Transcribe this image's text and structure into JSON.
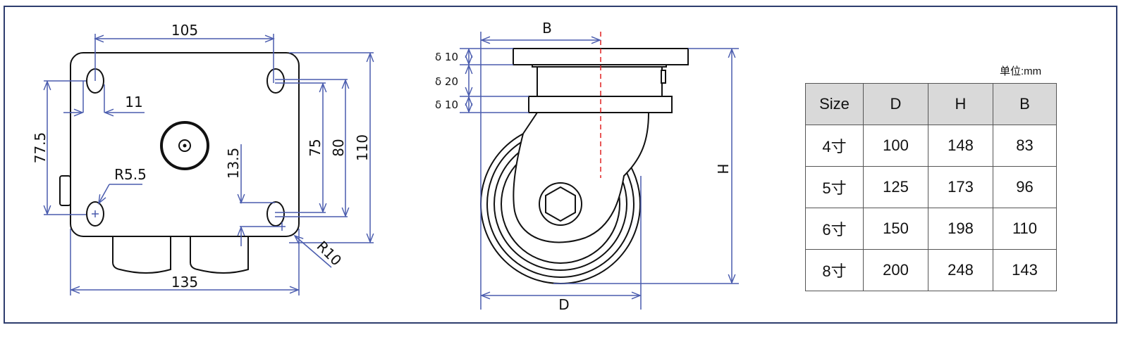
{
  "top_view": {
    "dims": {
      "hole_span_x": "105",
      "hole_dia": "11",
      "hole_span_y": "77.5",
      "hole_radius": "R5.5",
      "offset": "13.5",
      "slot_inner": "75",
      "slot_outer": "80",
      "plate_height": "110",
      "corner_radius": "R10",
      "plate_width": "135"
    }
  },
  "side_view": {
    "dims": {
      "B": "B",
      "D": "D",
      "H": "H",
      "t1": "δ 10",
      "t2": "δ 20",
      "t3": "δ 10"
    }
  },
  "table": {
    "unit": "单位:mm",
    "headers": [
      "Size",
      "D",
      "H",
      "B"
    ],
    "rows": [
      [
        "4寸",
        "100",
        "148",
        "83"
      ],
      [
        "5寸",
        "125",
        "173",
        "96"
      ],
      [
        "6寸",
        "150",
        "198",
        "110"
      ],
      [
        "8寸",
        "200",
        "248",
        "143"
      ]
    ]
  },
  "colors": {
    "dimension": "#4a5cae",
    "frame": "#2e3d6e",
    "centerline": "#e02020",
    "header_bg": "#d9d9d9"
  }
}
